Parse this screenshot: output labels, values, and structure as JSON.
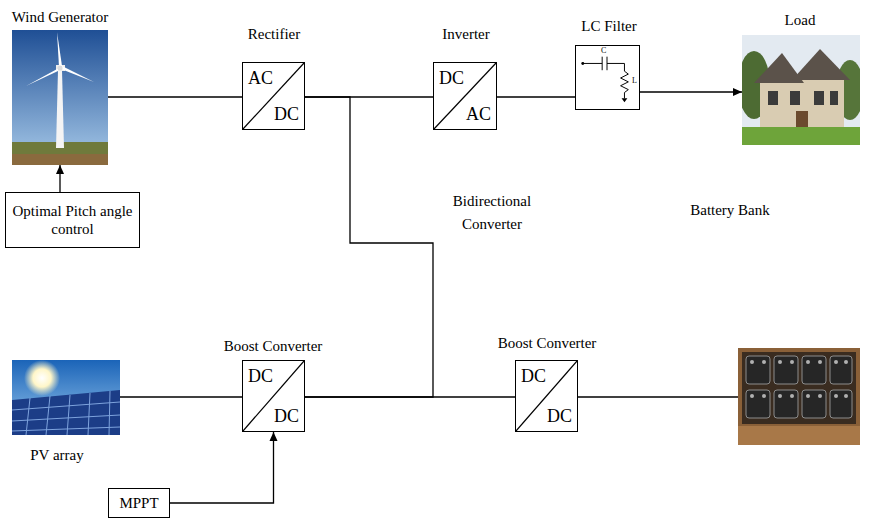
{
  "diagram": {
    "nodes": [
      {
        "text": [
          "Wind Generator"
        ]
      },
      {
        "text": [
          "Optimal Pitch angle control"
        ]
      },
      {
        "text": [
          "Rectifier",
          "AC",
          "DC"
        ]
      },
      {
        "text": [
          "Inverter",
          "DC",
          "AC"
        ]
      },
      {
        "text": [
          "LC Filter",
          "C",
          "L"
        ]
      },
      {
        "text": [
          "Load"
        ]
      },
      {
        "text": [
          "PV array"
        ]
      },
      {
        "text": [
          "Boost Converter",
          "DC",
          "DC"
        ]
      },
      {
        "text": [
          "MPPT"
        ]
      },
      {
        "text": [
          "Boost Converter",
          "DC",
          "DC"
        ]
      },
      {
        "text": [
          "Battery Bank"
        ]
      }
    ],
    "edges": [
      {
        "from": 1,
        "to": 0,
        "arrow": "to"
      },
      {
        "from": 0,
        "to": 2,
        "arrow": "none"
      },
      {
        "from": 2,
        "to": 3,
        "arrow": "none"
      },
      {
        "from": 3,
        "to": 4,
        "arrow": "none"
      },
      {
        "from": 4,
        "to": 5,
        "arrow": "to"
      },
      {
        "from": 6,
        "to": 7,
        "arrow": "none"
      },
      {
        "from": 8,
        "to": 7,
        "arrow": "to"
      },
      {
        "from": 7,
        "to": 9,
        "arrow": "none"
      },
      {
        "from": 9,
        "to": 10,
        "arrow": "none"
      },
      {
        "from": 2,
        "to": 7,
        "label": "Bidirectional Converter",
        "arrow": "none"
      }
    ]
  }
}
